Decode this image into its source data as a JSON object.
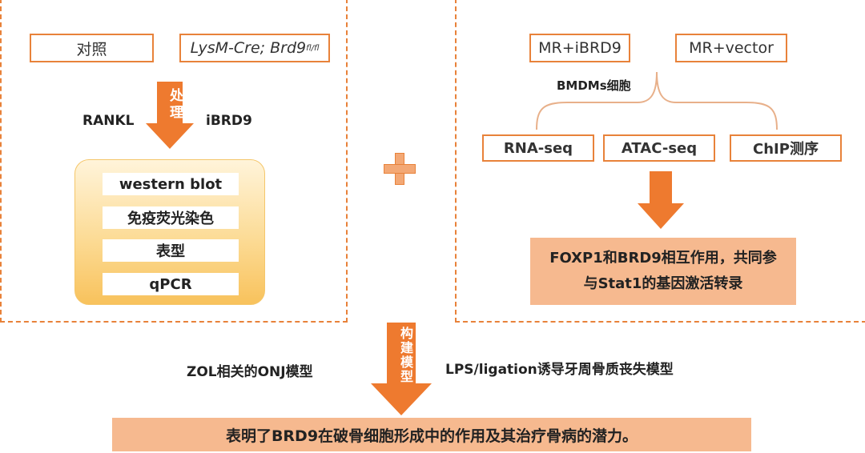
{
  "left_panel": {
    "box_control": "对照",
    "box_genotype_main": "LysM-Cre; Brd9",
    "box_genotype_sup": "fl/fl",
    "arrow_label": "处理",
    "left_label": "RANKL",
    "right_label": "iBRD9",
    "assays": [
      "western blot",
      "免疫荧光染色",
      "表型",
      "qPCR"
    ]
  },
  "plus_symbol": "+",
  "right_panel": {
    "box_a": "MR+iBRD9",
    "box_b": "MR+vector",
    "cell_label": "BMDMs细胞",
    "assays": [
      "RNA-seq",
      "ATAC-seq",
      "ChIP测序"
    ],
    "finding_line1": "FOXP1和BRD9相互作用，共同参",
    "finding_line2": "与Stat1的基因激活转录"
  },
  "bottom": {
    "arrow_label": "构建模型",
    "left_model": "ZOL相关的ONJ模型",
    "right_model": "LPS/ligation诱导牙周骨质丧失模型",
    "conclusion": "表明了BRD9在破骨细胞形成中的作用及其治疗骨病的潜力。"
  },
  "colors": {
    "accent": "#e8823a",
    "arrow": "#ee7a2f",
    "result_fill": "#f6b98f",
    "plus": "#f3a875"
  }
}
